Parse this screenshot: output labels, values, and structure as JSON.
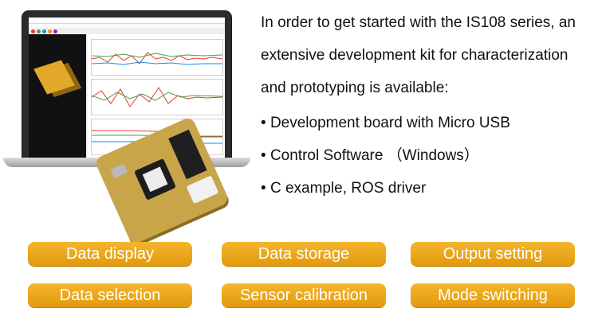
{
  "intro": {
    "lines": [
      "In order to get started with the IS108 series, an",
      "extensive development kit for characterization",
      "and prototyping is available:"
    ]
  },
  "bullets": [
    "Development board with Micro USB",
    "Control Software （Windows）",
    "C example, ROS driver"
  ],
  "features": [
    "Data display",
    "Data storage",
    "Output setting",
    "Data selection",
    "Sensor calibration",
    "Mode switching"
  ],
  "colors": {
    "pill": "#eba51b",
    "text": "#111111",
    "pill_text": "#ffffff"
  },
  "icons": {
    "hero": "laptop-with-dev-board-illustration"
  }
}
